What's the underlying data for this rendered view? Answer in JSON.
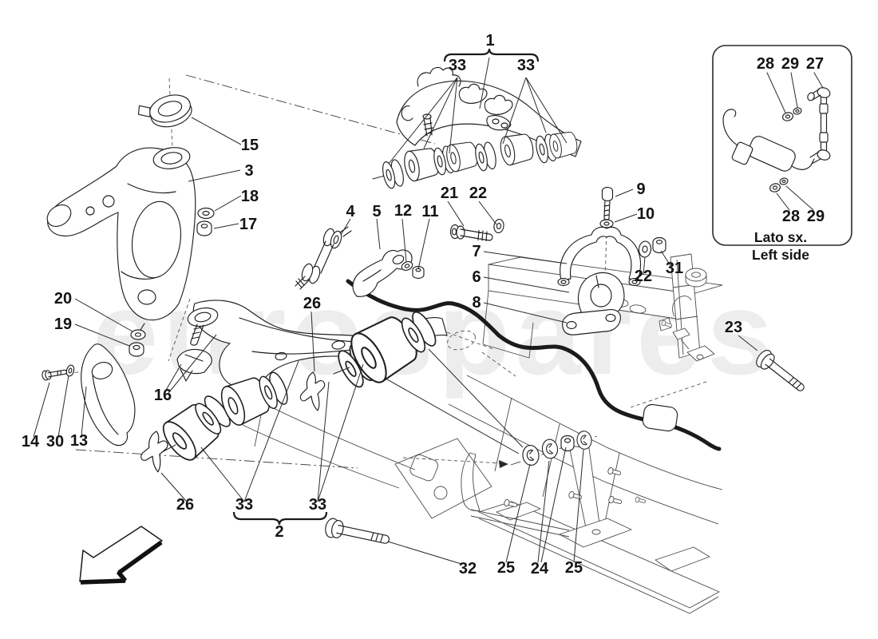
{
  "diagram": {
    "type": "exploded-parts-diagram",
    "subject": "front suspension",
    "line_color": "#1f1f1f"
  },
  "watermark": {
    "text": "eurospares"
  },
  "inset": {
    "caption_line1": "Lato sx.",
    "caption_line2": "Left side"
  },
  "labels": {
    "item1": "1",
    "item2": "2",
    "item3": "3",
    "item4": "4",
    "item5": "5",
    "item6": "6",
    "item7": "7",
    "item8": "8",
    "item9": "9",
    "item10": "10",
    "item11": "11",
    "item12": "12",
    "item13": "13",
    "item14": "14",
    "item15": "15",
    "item16": "16",
    "item17": "17",
    "item18": "18",
    "item19": "19",
    "item20": "20",
    "item21": "21",
    "item22": "22",
    "item23": "23",
    "item24": "24",
    "item25": "25",
    "item26": "26",
    "item27": "27",
    "item28": "28",
    "item29": "29",
    "item30": "30",
    "item31": "31",
    "item32": "32",
    "item33": "33"
  }
}
